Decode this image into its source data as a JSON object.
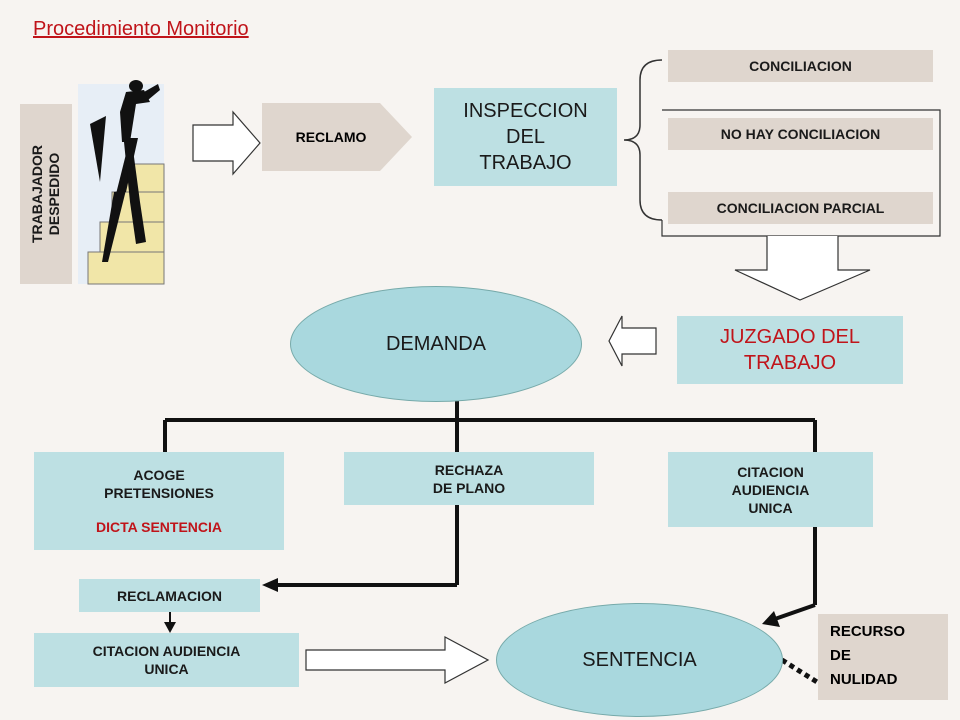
{
  "title": "Procedimiento Monitorio",
  "trabajador": {
    "line1": "TRABAJADOR",
    "line2": "DESPEDIDO"
  },
  "reclamo": "RECLAMO",
  "inspeccion": {
    "line1": "INSPECCION",
    "line2": "DEL",
    "line3": "TRABAJO"
  },
  "outcomes": [
    "CONCILIACION",
    "NO HAY CONCILIACION",
    "CONCILIACION PARCIAL"
  ],
  "juzgado": {
    "line1": "JUZGADO DEL",
    "line2": "TRABAJO"
  },
  "demanda": "DEMANDA",
  "acoge": {
    "line1": "ACOGE",
    "line2": "PRETENSIONES",
    "line3": "DICTA SENTENCIA"
  },
  "rechaza": {
    "line1": "RECHAZA",
    "line2": "DE PLANO"
  },
  "citacion_unica": {
    "line1": "CITACION",
    "line2": "AUDIENCIA",
    "line3": "UNICA"
  },
  "reclamacion": "RECLAMACION",
  "citacion_audiencia": {
    "line1": "CITACION AUDIENCIA",
    "line2": "UNICA"
  },
  "sentencia": "SENTENCIA",
  "recurso": {
    "line1": "RECURSO",
    "line2": "DE",
    "line3": "NULIDAD"
  },
  "colors": {
    "title_red": "#c0141a",
    "beige": "#dfd6ce",
    "cyan": "#bde0e3",
    "oval": "#a9d8de"
  },
  "icons": [
    "worker-climbing-stairs-illustration",
    "hollow-right-arrow",
    "hollow-down-arrow",
    "hollow-left-arrow",
    "brace"
  ]
}
